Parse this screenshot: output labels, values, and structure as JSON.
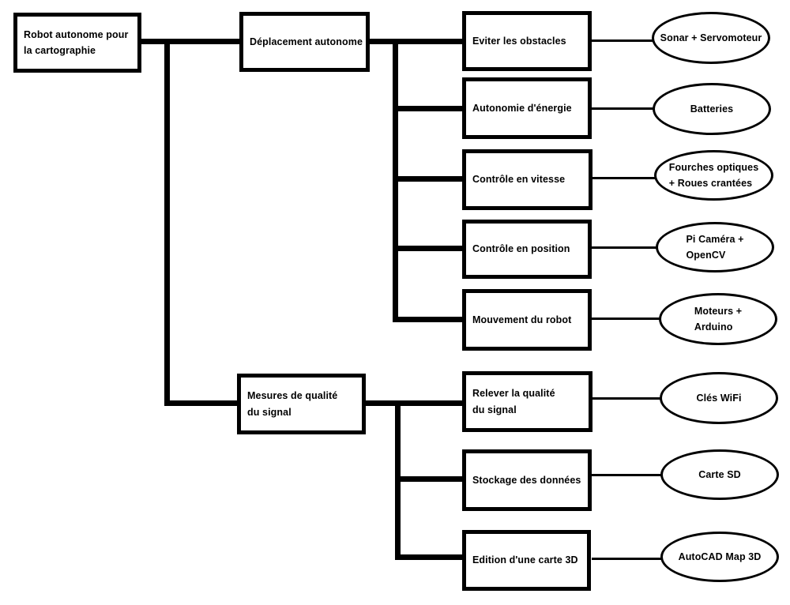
{
  "colors": {
    "background": "#ffffff",
    "stroke": "#000000",
    "text": "#000000"
  },
  "diagram": {
    "root": {
      "label": "Robot autonome pour\nla cartographie"
    },
    "branches": [
      {
        "label": "Déplacement autonome",
        "children": [
          {
            "task": "Eviter les obstacles",
            "solution": "Sonar + Servomoteur"
          },
          {
            "task": "Autonomie d'énergie",
            "solution": "Batteries"
          },
          {
            "task": "Contrôle en vitesse",
            "solution": "Fourches optiques\n+ Roues crantées"
          },
          {
            "task": "Contrôle en position",
            "solution": "Pi Caméra +\nOpenCV"
          },
          {
            "task": "Mouvement du robot",
            "solution": "Moteurs +\nArduino"
          }
        ]
      },
      {
        "label": "Mesures de qualité\ndu signal",
        "children": [
          {
            "task": "Relever la qualité\ndu signal",
            "solution": "Clés WiFi"
          },
          {
            "task": "Stockage des données",
            "solution": "Carte SD"
          },
          {
            "task": "Edition d'une carte 3D",
            "solution": "AutoCAD Map 3D"
          }
        ]
      }
    ]
  }
}
